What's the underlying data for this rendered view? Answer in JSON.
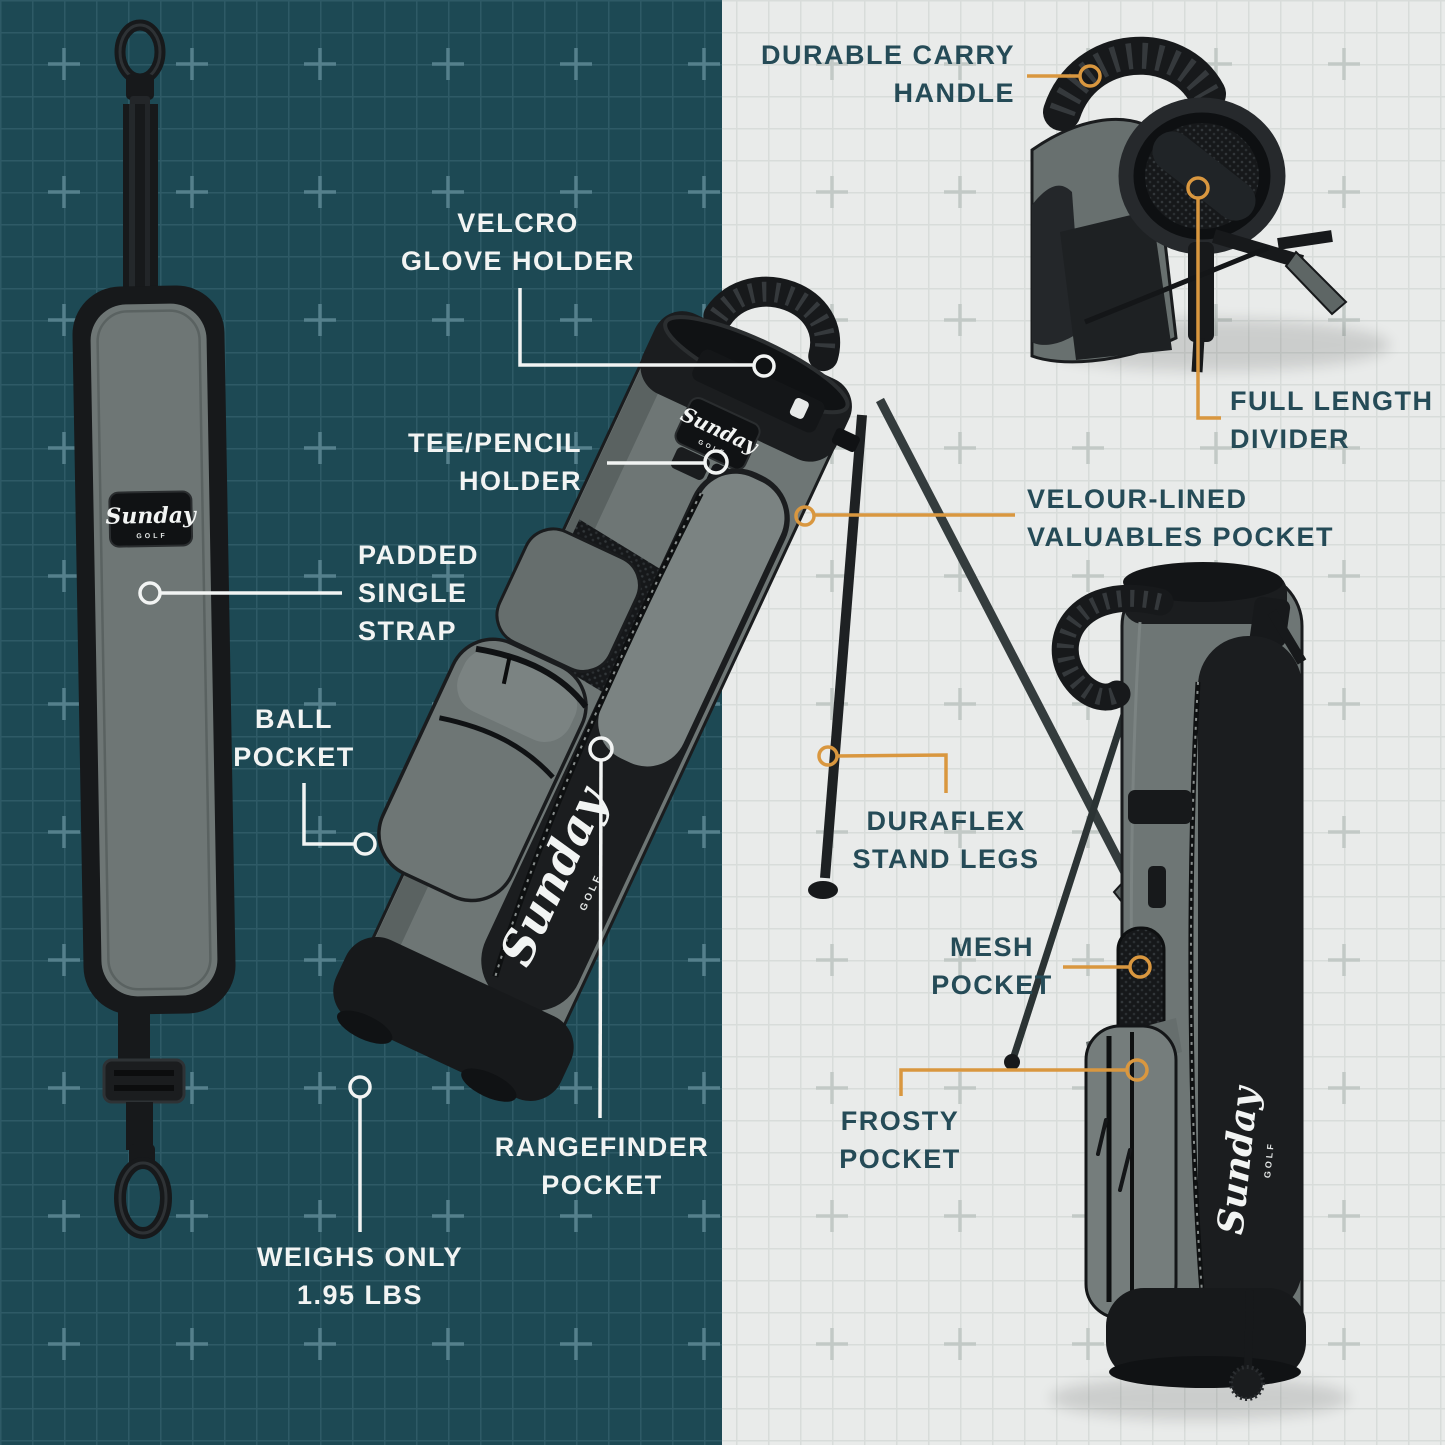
{
  "brand": {
    "script": "Sunday",
    "sub": "GOLF"
  },
  "colors": {
    "teal_background": "#1D4954",
    "teal_grid": "#2E5A66",
    "light_background": "#E9EBEA",
    "light_grid": "#D8DCDA",
    "accent_orange": "#D9973F",
    "callout_white": "#F2F4F3",
    "label_dark": "#254B57"
  },
  "callouts": {
    "durable_carry_handle": {
      "lines": [
        "DURABLE CARRY",
        "HANDLE"
      ]
    },
    "velcro_glove_holder": {
      "lines": [
        "VELCRO",
        "GLOVE HOLDER"
      ]
    },
    "tee_pencil_holder": {
      "lines": [
        "TEE/PENCIL",
        "HOLDER"
      ]
    },
    "padded_single_strap": {
      "lines": [
        "PADDED",
        "SINGLE",
        "STRAP"
      ]
    },
    "ball_pocket": {
      "lines": [
        "BALL",
        "POCKET"
      ]
    },
    "rangefinder_pocket": {
      "lines": [
        "RANGEFINDER",
        "POCKET"
      ]
    },
    "weighs_only": {
      "lines": [
        "WEIGHS ONLY",
        "1.95 LBS"
      ]
    },
    "full_length_divider": {
      "lines": [
        "FULL LENGTH",
        "DIVIDER"
      ]
    },
    "velour_valuables_pocket": {
      "lines": [
        "VELOUR-LINED",
        "VALUABLES POCKET"
      ]
    },
    "duraflex_stand_legs": {
      "lines": [
        "DURAFLEX",
        "STAND LEGS"
      ]
    },
    "mesh_pocket": {
      "lines": [
        "MESH",
        "POCKET"
      ]
    },
    "frosty_pocket": {
      "lines": [
        "FROSTY",
        "POCKET"
      ]
    }
  }
}
